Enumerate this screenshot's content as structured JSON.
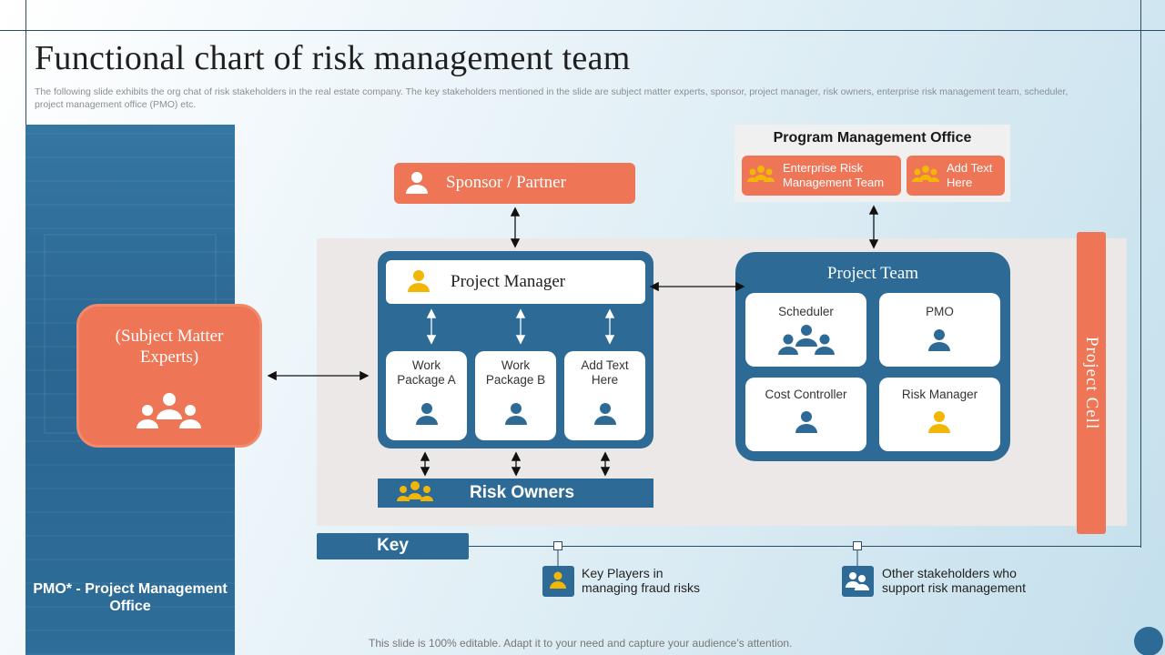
{
  "header": {
    "title": "Functional chart of risk management team",
    "subtitle": "The following slide exhibits the org chat of risk stakeholders in the real estate company. The key stakeholders mentioned in the slide are subject matter experts, sponsor, project manager, risk owners, enterprise risk management team, scheduler, project management office (PMO) etc."
  },
  "sidebar": {
    "note": "PMO* - Project Management Office"
  },
  "sme": {
    "label": "(Subject Matter Experts)",
    "icon": "team-icon"
  },
  "sponsor": {
    "label": "Sponsor / Partner",
    "icon": "user-icon"
  },
  "project_manager": {
    "label": "Project Manager",
    "packages": [
      {
        "label": "Work Package A"
      },
      {
        "label": "Work Package B"
      },
      {
        "label": "Add Text Here"
      }
    ]
  },
  "risk_owners": {
    "label": "Risk Owners"
  },
  "program_office": {
    "title": "Program Management Office",
    "items": [
      {
        "label": "Enterprise Risk Management Team"
      },
      {
        "label": "Add Text Here"
      }
    ]
  },
  "project_team": {
    "title": "Project Team",
    "members": [
      {
        "label": "Scheduler"
      },
      {
        "label": "PMO"
      },
      {
        "label": "Cost Controller"
      },
      {
        "label": "Risk Manager"
      }
    ]
  },
  "project_cell": {
    "label": "Project Cell"
  },
  "key": {
    "label": "Key",
    "items": [
      {
        "label": "Key Players in managing fraud risks",
        "icon": "key-player-icon"
      },
      {
        "label": "Other stakeholders who support risk management",
        "icon": "stakeholder-icon"
      }
    ]
  },
  "footer": {
    "text": "This slide is 100% editable. Adapt it to your need and capture your audience’s attention."
  },
  "colors": {
    "blue": "#2d6b96",
    "orange": "#ee7556",
    "gold": "#f2b705",
    "panel": "#ece8e8"
  }
}
